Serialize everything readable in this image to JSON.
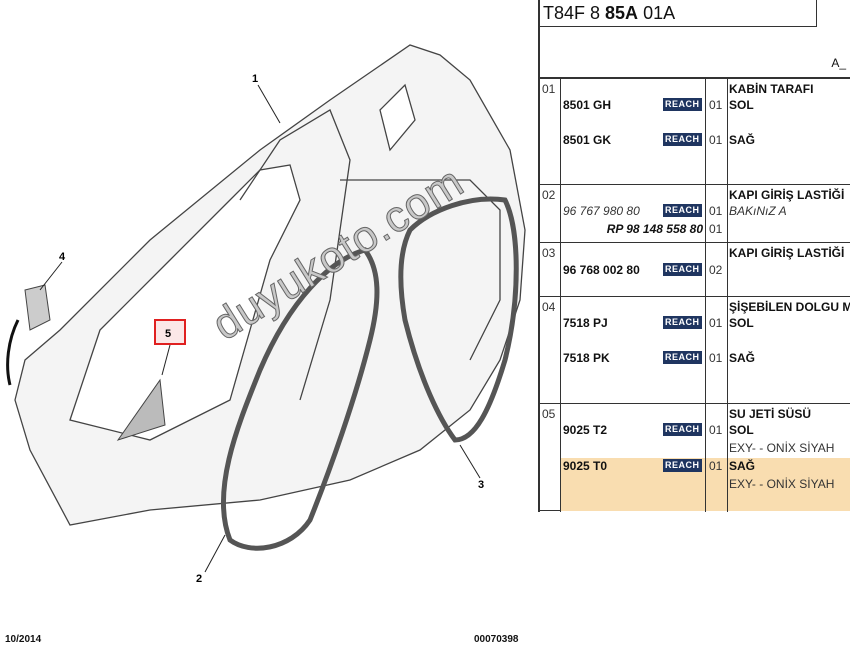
{
  "header": {
    "code_prefix": "T84F 8 ",
    "code_bold": "85A",
    "code_suffix": " 01A",
    "sub_label": "A_"
  },
  "footer": {
    "date": "10/2014",
    "code": "00070398"
  },
  "watermark": "duyukoto.com",
  "diagram": {
    "callouts": [
      "1",
      "2",
      "3",
      "4",
      "5"
    ],
    "highlighted_callout": "5",
    "highlight_color": "#e02020"
  },
  "reach_label": "REACH",
  "colors": {
    "reach_badge": "#1f3560",
    "highlight_row": "#f9ddb0"
  },
  "groups": [
    {
      "ref": "01",
      "title": "KABİN TARAFI",
      "lines": [
        {
          "part": "8501 GH",
          "reach": true,
          "qty": "01",
          "desc": "SOL"
        },
        {
          "part": "8501 GK",
          "reach": true,
          "qty": "01",
          "desc": "SAĞ"
        }
      ]
    },
    {
      "ref": "02",
      "title": "KAPI GİRİŞ LASTİĞİ",
      "lines": [
        {
          "part": "96 767 980 80",
          "italic": true,
          "reach": true,
          "qty": "01",
          "desc": "BAKıNıZ A",
          "desc_italic": true
        },
        {
          "part": "RP 98 148 558 80",
          "rp": true,
          "reach": false,
          "qty": "01",
          "desc": ""
        }
      ]
    },
    {
      "ref": "03",
      "title": "KAPI GİRİŞ LASTİĞİ",
      "lines": [
        {
          "part": "96 768 002 80",
          "reach": true,
          "qty": "02",
          "desc": ""
        }
      ]
    },
    {
      "ref": "04",
      "title": "ŞİŞEBİLEN DOLGU M",
      "lines": [
        {
          "part": "7518 PJ",
          "reach": true,
          "qty": "01",
          "desc": "SOL"
        },
        {
          "part": "7518 PK",
          "reach": true,
          "qty": "01",
          "desc": "SAĞ"
        }
      ]
    },
    {
      "ref": "05",
      "title": "SU JETİ SÜSÜ",
      "lines": [
        {
          "part": "9025 T2",
          "reach": true,
          "qty": "01",
          "desc": "SOL",
          "sub": "EXY- - ONİX SİYAH"
        },
        {
          "part": "9025 T0",
          "reach": true,
          "qty": "01",
          "desc": "SAĞ",
          "sub": "EXY- - ONİX SİYAH",
          "highlighted": true
        }
      ]
    }
  ]
}
